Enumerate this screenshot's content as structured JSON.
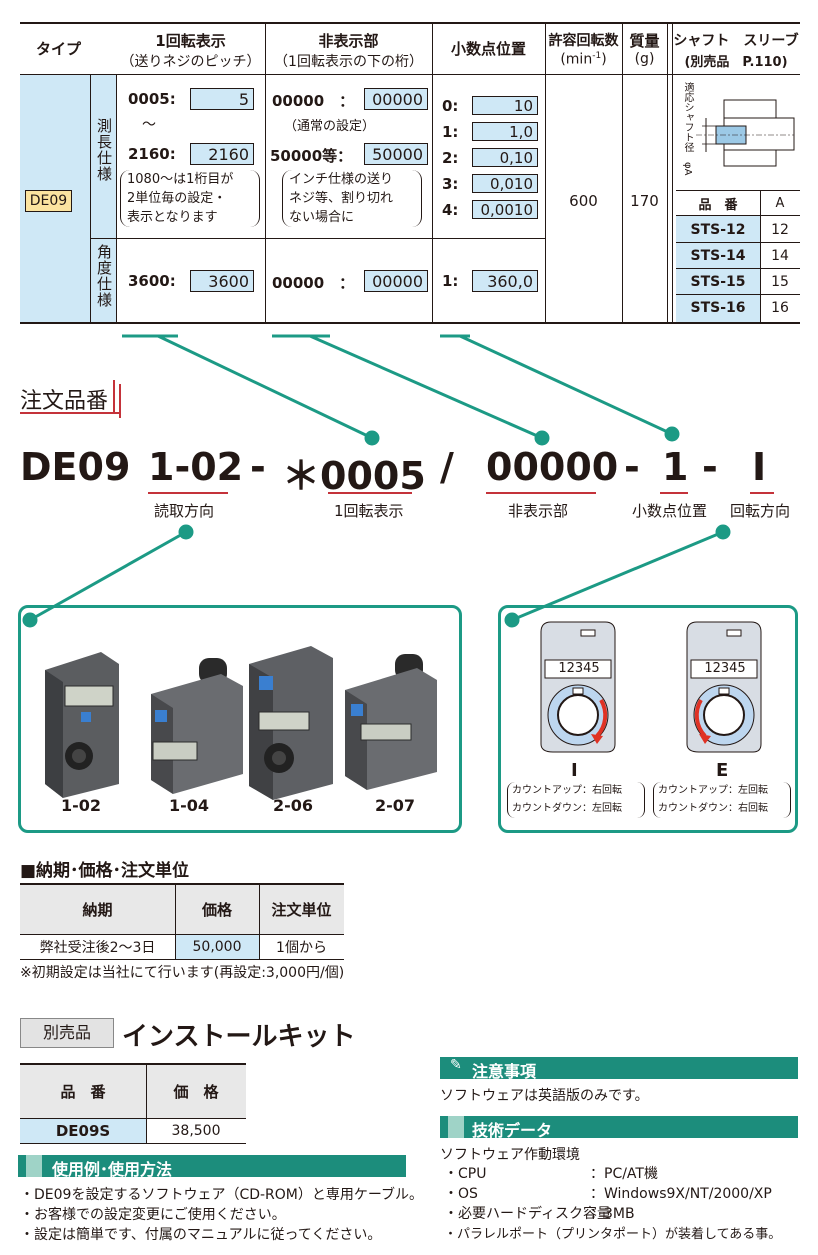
{
  "spec_table": {
    "headers": {
      "type": "タイプ",
      "rev_display_l1": "1回転表示",
      "rev_display_l2": "（送りネジのピッチ）",
      "hidden_l1": "非表示部",
      "hidden_l2": "（1回転表示の下の桁）",
      "decimal": "小数点位置",
      "rpm_l1": "許容回転数",
      "rpm_l2a": "(min",
      "rpm_l2sup": "-1",
      "rpm_l2b": ")",
      "mass_l1": "質量",
      "mass_l2": "(g)",
      "shaft_l1": "シャフト　スリーブ",
      "shaft_l2": "(別売品　P.110)"
    },
    "model": "DE09",
    "length_spec": "測長仕様",
    "angle_spec": "角度仕様",
    "length_rev": {
      "row1_label": "0005:",
      "row1_val": "5",
      "tilde": "～",
      "row2_label": "2160:",
      "row2_val": "2160",
      "note_l1": "1080～は1桁目が",
      "note_l2": "2単位毎の設定・",
      "note_l3": "表示となります"
    },
    "length_hidden": {
      "row1_label": "00000　：",
      "row1_val": "00000",
      "row1_note": "（通常の設定）",
      "row2_label": "50000等：",
      "row2_val": "50000",
      "note_l1": "インチ仕様の送り",
      "note_l2": "ネジ等、割り切れ",
      "note_l3": "ない場合に"
    },
    "length_decimal": [
      {
        "label": "0:",
        "val": "10"
      },
      {
        "label": "1:",
        "val": "1,0"
      },
      {
        "label": "2:",
        "val": "0,10"
      },
      {
        "label": "3:",
        "val": "0,010"
      },
      {
        "label": "4:",
        "val": "0,0010"
      }
    ],
    "angle_rev": {
      "label": "3600:",
      "val": "3600"
    },
    "angle_hidden": {
      "label": "00000　：",
      "val": "00000"
    },
    "angle_decimal": {
      "label": "1:",
      "val": "360,0"
    },
    "rpm": "600",
    "mass": "170",
    "shaft": {
      "dim_label": "適応シャフト径　φA",
      "col_part": "品　番",
      "col_a": "A",
      "rows": [
        {
          "part": "STS-12",
          "a": "12"
        },
        {
          "part": "STS-14",
          "a": "14"
        },
        {
          "part": "STS-15",
          "a": "15"
        },
        {
          "part": "STS-16",
          "a": "16"
        }
      ]
    }
  },
  "order": {
    "title": "注文品番",
    "parts": {
      "model": "DE09",
      "direction_code": "1-02",
      "dash1": "-",
      "star_code": "＊0005",
      "slash": "/",
      "hidden_code": "00000",
      "dash2": "-",
      "decimal_code": "1",
      "dash3": "-",
      "rotation_code": "I"
    },
    "labels": {
      "direction": "読取方向",
      "rev": "1回転表示",
      "hidden": "非表示部",
      "decimal": "小数点位置",
      "rotation": "回転方向"
    }
  },
  "products": [
    {
      "label": "1-02"
    },
    {
      "label": "1-04"
    },
    {
      "label": "2-06"
    },
    {
      "label": "2-07"
    }
  ],
  "rotation": [
    {
      "code": "I",
      "display": "12345",
      "up": "カウントアップ：右回転",
      "down": "カウントダウン：左回転"
    },
    {
      "code": "E",
      "display": "12345",
      "up": "カウントアップ：左回転",
      "down": "カウントダウン：右回転"
    }
  ],
  "pricing": {
    "title": "■納期･価格･注文単位",
    "headers": [
      "納期",
      "価格",
      "注文単位"
    ],
    "row": [
      "弊社受注後2～3日",
      "50,000",
      "1個から"
    ],
    "note": "※初期設定は当社にて行います(再設定:3,000円/個)"
  },
  "install_kit": {
    "tag": "別売品",
    "title": "インストールキット",
    "headers": [
      "品　番",
      "価　格"
    ],
    "row": [
      "DE09S",
      "38,500"
    ]
  },
  "usage": {
    "title": "使用例･使用方法",
    "items": [
      "・DE09を設定するソフトウェア（CD-ROM）と専用ケーブル。",
      "・お客様での設定変更にご使用ください。",
      "・設定は簡単です、付属のマニュアルに従ってください。"
    ]
  },
  "caution": {
    "title": "注意事項",
    "text": "ソフトウェアは英語版のみです。"
  },
  "tech": {
    "title": "技術データ",
    "heading": "ソフトウェア作動環境",
    "rows": [
      {
        "k": "・CPU",
        "v": "：PC/AT機"
      },
      {
        "k": "・OS",
        "v": "：Windows9X/NT/2000/XP"
      },
      {
        "k": "・必要ハードディスク容量",
        "v": "：3MB"
      },
      {
        "k": "・パラレルポート（プリンタポート）が装着してある事。",
        "v": ""
      }
    ]
  },
  "colors": {
    "teal": "#1c9a85",
    "blue": "#cfe8f6",
    "yellow": "#fbe3a0"
  }
}
